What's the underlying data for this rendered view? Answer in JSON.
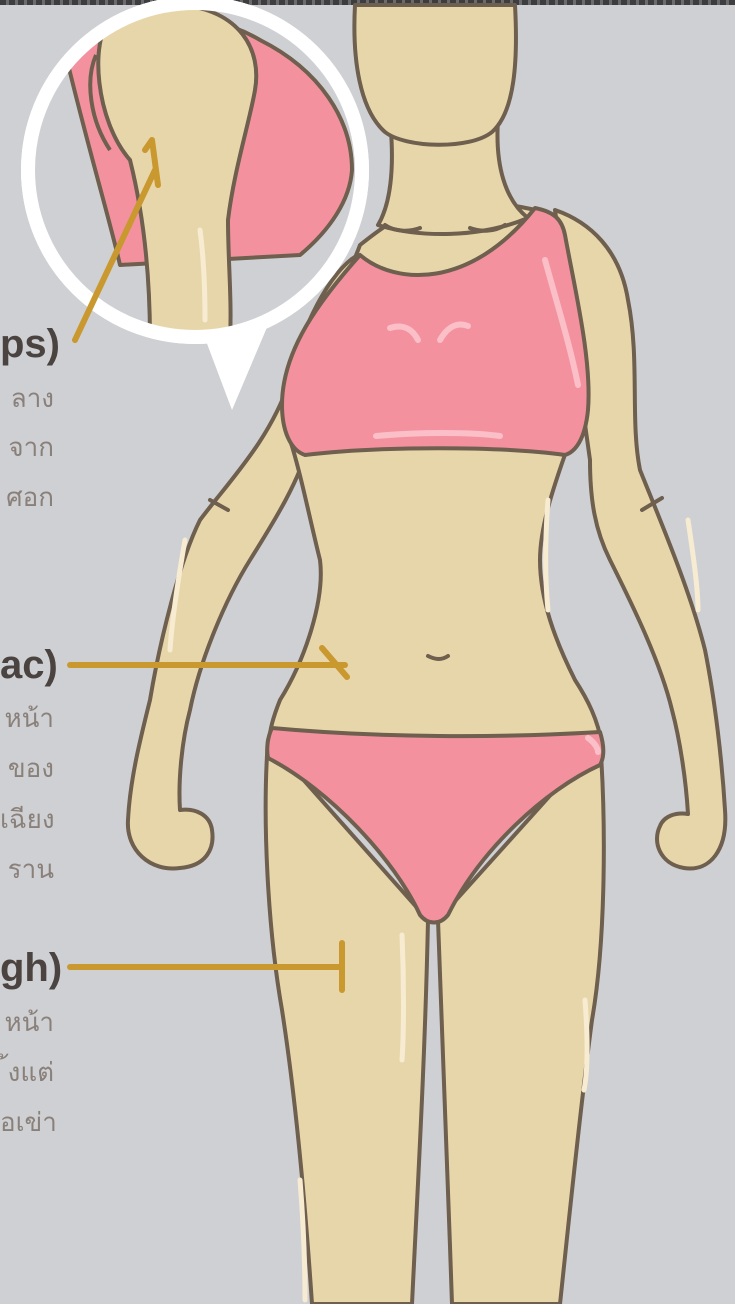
{
  "colors": {
    "background": "#cfd0d3",
    "skin": "#e8d6ab",
    "outline": "#6e5f4e",
    "garment": "#f4919f",
    "pointer": "#c9982f",
    "callout_ring": "#ffffff"
  },
  "labels": {
    "triceps": {
      "heading": "ps)",
      "lines": [
        "ลาง",
        "จาก",
        "ศอก"
      ]
    },
    "suprailiac": {
      "heading": "ac)",
      "lines": [
        "หน้า",
        "ของ",
        "เฉียง",
        "ราน"
      ]
    },
    "thigh": {
      "heading": "gh)",
      "lines": [
        "หน้า",
        "้งแต่",
        "อเข่า"
      ]
    }
  },
  "icons": {
    "callout": "magnifier-callout-icon",
    "arrow": "arrow-pointer-icon",
    "tbar": "t-bar-pointer-icon"
  }
}
